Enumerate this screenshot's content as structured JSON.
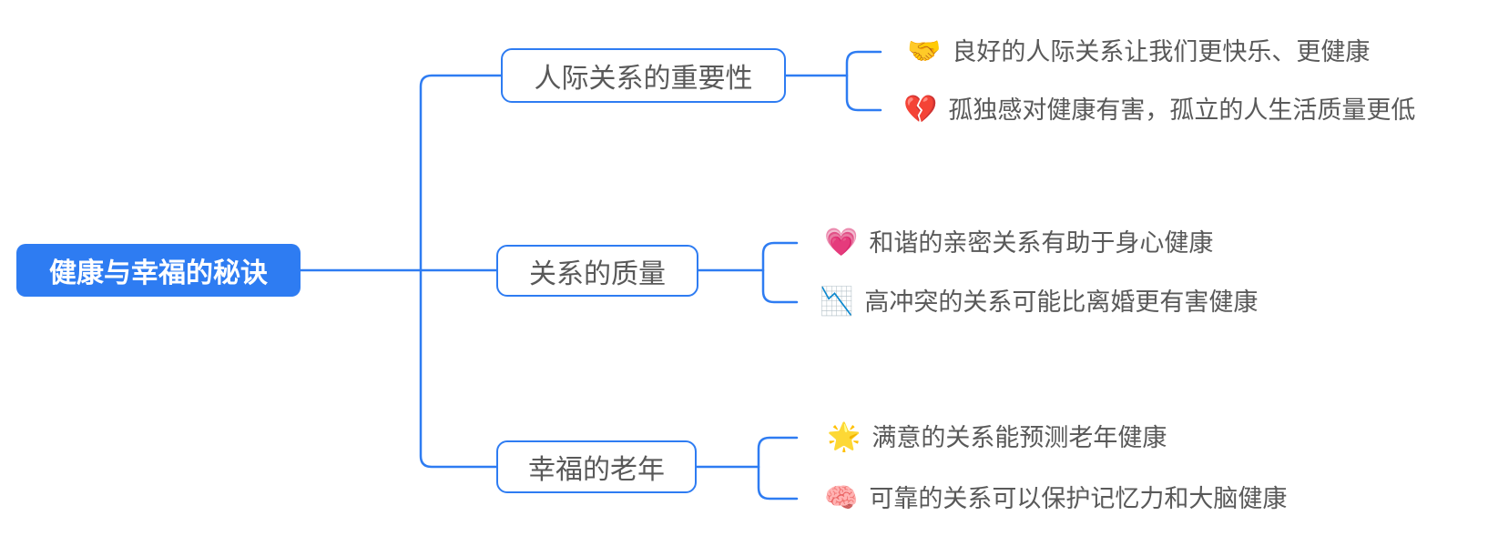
{
  "colors": {
    "accent_blue": "#2e7cf2",
    "root_text": "#ffffff",
    "node_text": "#595959",
    "background": "#ffffff"
  },
  "root": {
    "label": "健康与幸福的秘诀"
  },
  "branches": [
    {
      "label": "人际关系的重要性",
      "children": [
        {
          "icon": "🤝",
          "icon_name": "handshake-icon",
          "text": "良好的人际关系让我们更快乐、更健康"
        },
        {
          "icon": "💔",
          "icon_name": "broken-heart-icon",
          "text": "孤独感对健康有害，孤立的人生活质量更低"
        }
      ]
    },
    {
      "label": "关系的质量",
      "children": [
        {
          "icon": "💗",
          "icon_name": "growing-heart-icon",
          "text": "和谐的亲密关系有助于身心健康"
        },
        {
          "icon": "📉",
          "icon_name": "chart-decreasing-icon",
          "text": "高冲突的关系可能比离婚更有害健康"
        }
      ]
    },
    {
      "label": "幸福的老年",
      "children": [
        {
          "icon": "🌟",
          "icon_name": "glowing-star-icon",
          "text": "满意的关系能预测老年健康"
        },
        {
          "icon": "🧠",
          "icon_name": "brain-icon",
          "text": "可靠的关系可以保护记忆力和大脑健康"
        }
      ]
    }
  ]
}
